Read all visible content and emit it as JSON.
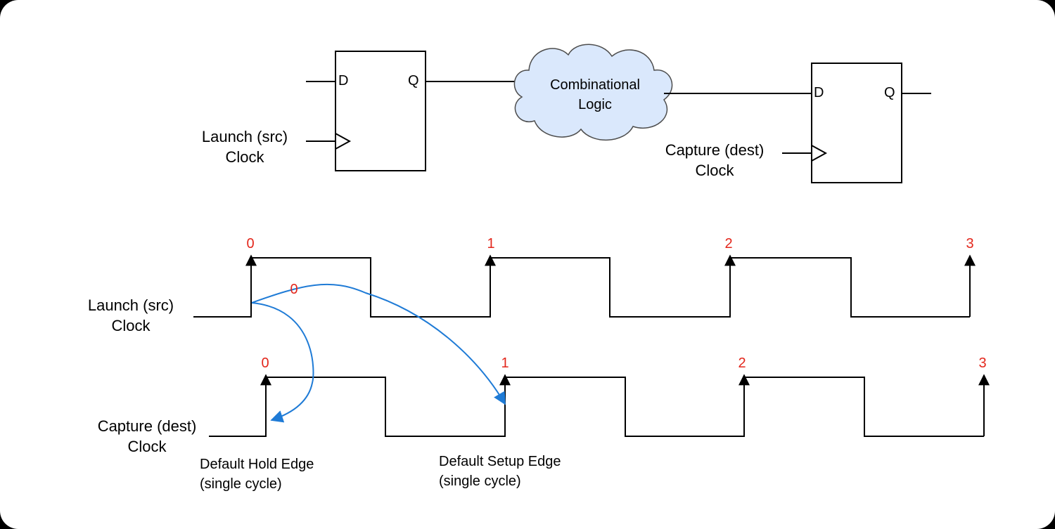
{
  "circuit": {
    "launch_ff": {
      "d": "D",
      "q": "Q"
    },
    "capture_ff": {
      "d": "D",
      "q": "Q"
    },
    "cloud_line1": "Combinational",
    "cloud_line2": "Logic",
    "launch_clock_line1": "Launch (src)",
    "launch_clock_line2": "Clock",
    "capture_clock_line1": "Capture (dest)",
    "capture_clock_line2": "Clock"
  },
  "waveforms": {
    "launch_line1": "Launch (src)",
    "launch_line2": "Clock",
    "capture_line1": "Capture (dest)",
    "capture_line2": "Clock",
    "launch_edges": [
      "0",
      "1",
      "2",
      "3"
    ],
    "capture_edges": [
      "0",
      "1",
      "2",
      "3"
    ],
    "arrow_label": "0",
    "hold_line1": "Default Hold Edge",
    "hold_line2": "(single cycle)",
    "setup_line1": "Default Setup Edge",
    "setup_line2": "(single cycle)"
  },
  "colors": {
    "edge_label": "#e3261b",
    "relation_arrow": "#1f7bd6",
    "cloud_fill": "#dae8fc"
  }
}
